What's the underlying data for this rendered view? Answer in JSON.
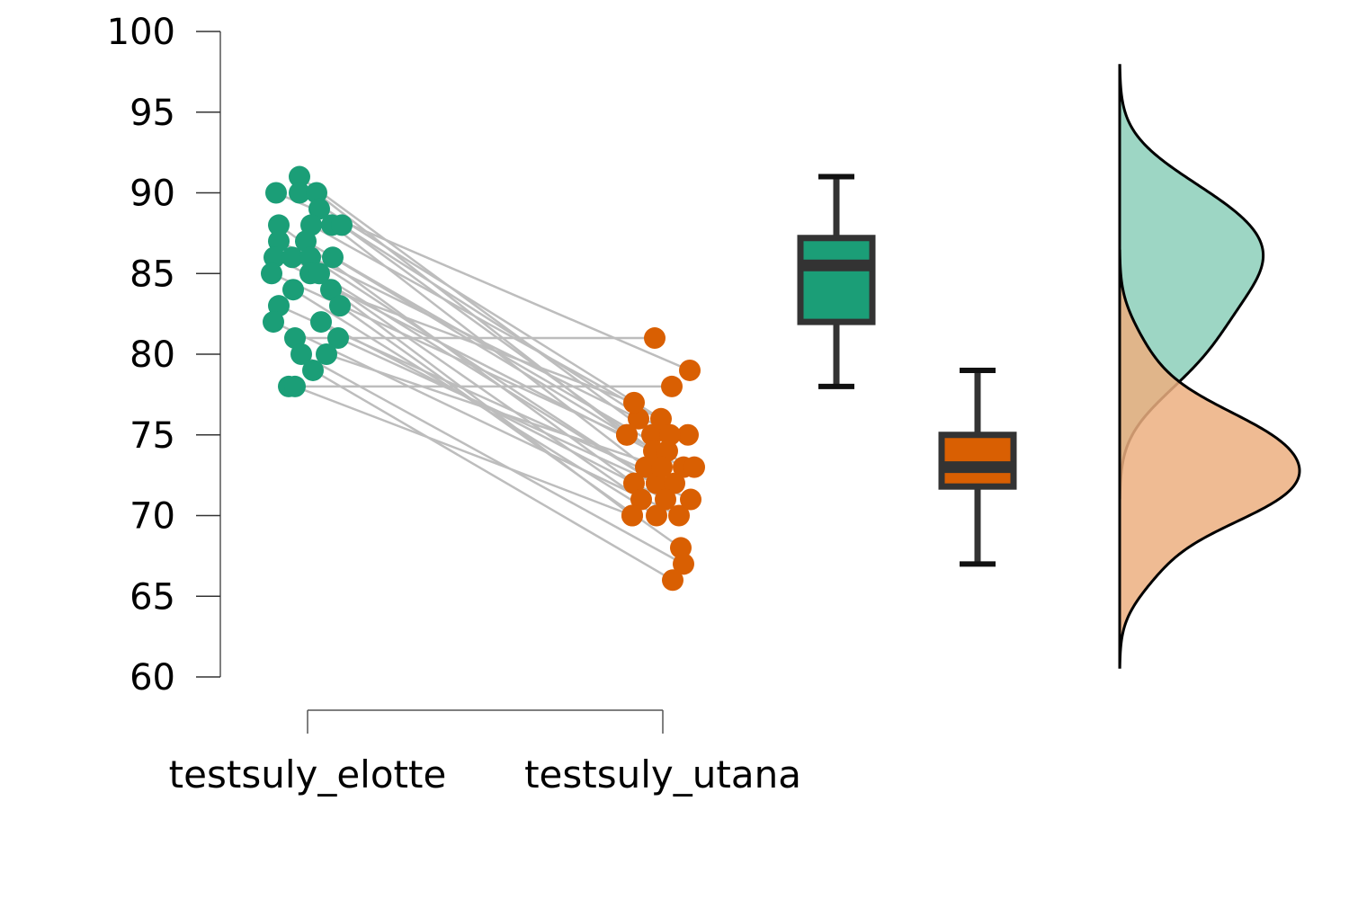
{
  "chart_data": {
    "type": "raincloud",
    "title": "",
    "xlabel": "",
    "ylabel": "",
    "ylim": [
      60,
      100
    ],
    "yticks": [
      60,
      65,
      70,
      75,
      80,
      85,
      90,
      95,
      100
    ],
    "grid": false,
    "legend": "none",
    "categories": [
      "testsuly_elotte",
      "testsuly_utana"
    ],
    "series": [
      {
        "name": "testsuly_elotte",
        "color": "#1b9e77",
        "density_fill": "#8ccfba",
        "values": [
          91,
          90,
          90,
          90,
          89,
          88,
          88,
          88,
          88,
          87,
          87,
          86,
          86,
          86,
          86,
          85,
          85,
          85,
          84,
          84,
          83,
          83,
          82,
          82,
          81,
          81,
          80,
          80,
          79,
          78,
          78
        ],
        "box": {
          "whisker_low": 78,
          "q1": 82,
          "median": 85.5,
          "q3": 87.2,
          "whisker_high": 91
        }
      },
      {
        "name": "testsuly_utana",
        "color": "#d95f02",
        "density_fill": "#ecaf80",
        "values": [
          75,
          79,
          76,
          75,
          74,
          72,
          75,
          73,
          75,
          76,
          74,
          73,
          71,
          72,
          75,
          73,
          70,
          72,
          70,
          77,
          72,
          68,
          70,
          71,
          81,
          71,
          67,
          73,
          66,
          78,
          70
        ],
        "box": {
          "whisker_low": 67,
          "q1": 71.8,
          "median": 73,
          "q3": 75,
          "whisker_high": 79
        }
      }
    ],
    "paired_lines_color": "#bdbdbd"
  }
}
